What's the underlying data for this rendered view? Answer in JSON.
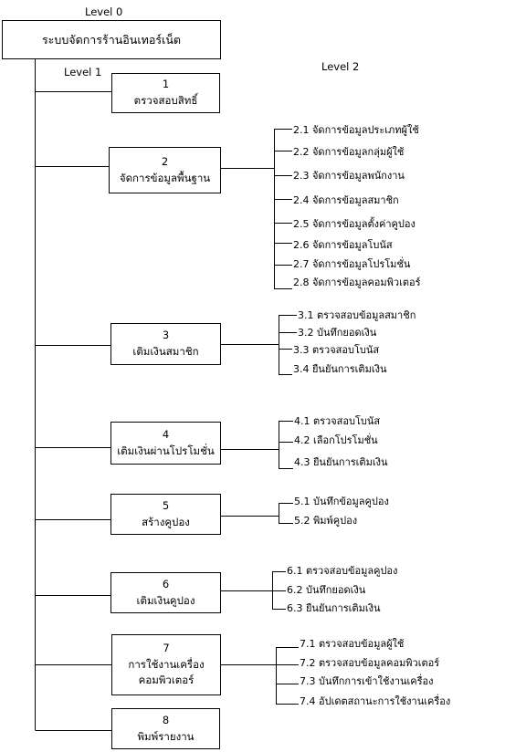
{
  "labels": {
    "level0": "Level 0",
    "level1": "Level 1",
    "level2": "Level 2"
  },
  "root": {
    "title": "ระบบจัดการร้านอินเทอร์เน็ต"
  },
  "modules": [
    {
      "number": "1",
      "name": "ตรวจสอบสิทธิ์",
      "subitems": []
    },
    {
      "number": "2",
      "name": "จัดการข้อมูลพื้นฐาน",
      "subitems": [
        "2.1 จัดการข้อมูลประเภทผู้ใช้",
        "2.2 จัดการข้อมูลกลุ่มผู้ใช้",
        "2.3 จัดการข้อมูลพนักงาน",
        "2.4 จัดการข้อมูลสมาชิก",
        "2.5 จัดการข้อมูลตั้งค่าคูปอง",
        "2.6 จัดการข้อมูลโบนัส",
        "2.7 จัดการข้อมูลโปรโมชั่น",
        "2.8 จัดการข้อมูลคอมพิวเตอร์"
      ]
    },
    {
      "number": "3",
      "name": "เติมเงินสมาชิก",
      "subitems": [
        "3.1 ตรวจสอบข้อมูลสมาชิก",
        "3.2 บันทึกยอดเงิน",
        "3.3 ตรวจสอบโบนัส",
        "3.4 ยืนยันการเติมเงิน"
      ]
    },
    {
      "number": "4",
      "name": "เติมเงินผ่านโปรโมชั่น",
      "subitems": [
        "4.1 ตรวจสอบโบนัส",
        "4.2 เลือกโปรโมชั่น",
        "4.3 ยืนยันการเติมเงิน"
      ]
    },
    {
      "number": "5",
      "name": "สร้างคูปอง",
      "subitems": [
        "5.1 บันทึกข้อมูลคูปอง",
        "5.2 พิมพ์คูปอง"
      ]
    },
    {
      "number": "6",
      "name": "เติมเงินคูปอง",
      "subitems": [
        "6.1 ตรวจสอบข้อมูลคูปอง",
        "6.2 บันทึกยอดเงิน",
        "6.3 ยืนยันการเติมเงิน"
      ]
    },
    {
      "number": "7",
      "name": "การใช้งานเครื่อง",
      "name_line2": "คอมพิวเตอร์",
      "subitems": [
        "7.1 ตรวจสอบข้อมูลผู้ใช้",
        "7.2 ตรวจสอบข้อมูลคอมพิวเตอร์",
        "7.3 บันทึกการเข้าใช้งานเครื่อง",
        "7.4 อัปเดตสถานะการใช้งานเครื่อง"
      ]
    },
    {
      "number": "8",
      "name": "พิมพ์รายงาน",
      "subitems": []
    }
  ]
}
